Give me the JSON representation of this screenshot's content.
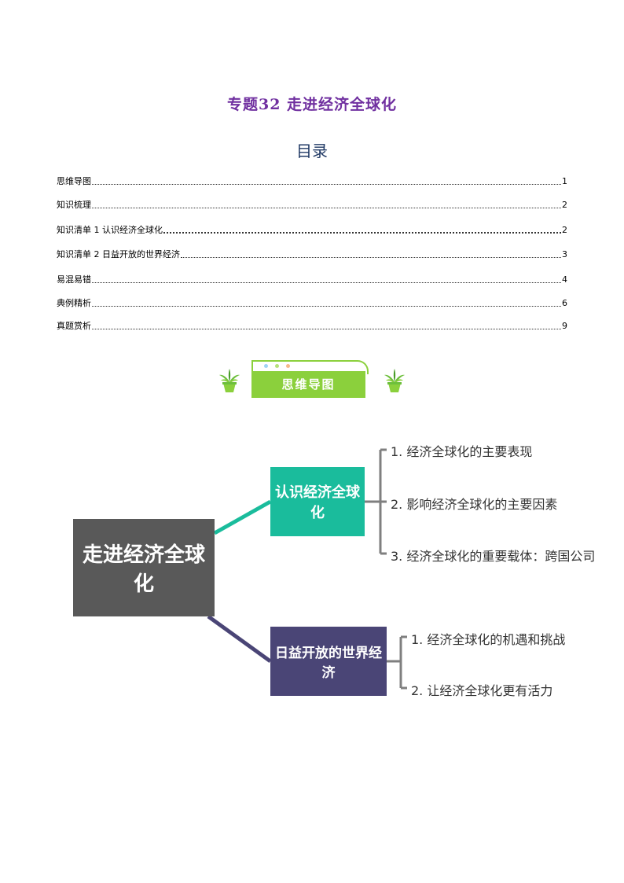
{
  "doc": {
    "title": "专题32  走进经济全球化",
    "toc_heading": "目录",
    "toc": [
      {
        "label": "思维导图",
        "page": "1"
      },
      {
        "label": "知识梳理",
        "page": "2"
      },
      {
        "label": "知识清单 1 认识经济全球化",
        "page": "2"
      },
      {
        "label": "知识清单 2 日益开放的世界经济",
        "page": "3"
      },
      {
        "label": "易混易错",
        "page": "4"
      },
      {
        "label": "典例精析",
        "page": "6"
      },
      {
        "label": "真题赏析",
        "page": "9"
      }
    ],
    "banner_label": "思维导图"
  },
  "mindmap": {
    "root": "走进经济全球化",
    "branch1": {
      "label": "认识经济全球化",
      "leaves": [
        "1. 经济全球化的主要表现",
        "2. 影响经济全球化的主要因素",
        "3. 经济全球化的重要载体：跨国公司"
      ]
    },
    "branch2": {
      "label": "日益开放的世界经济",
      "leaves": [
        "1. 经济全球化的机遇和挑战",
        "2. 让经济全球化更有活力"
      ]
    }
  },
  "colors": {
    "title": "#7030a0",
    "banner": "#8bd03c",
    "root": "#595959",
    "branch1": "#1abc9c",
    "branch2": "#4a4576"
  },
  "icons": {
    "left_plant": "potted-plant-icon",
    "right_plant": "potted-plant-icon"
  }
}
